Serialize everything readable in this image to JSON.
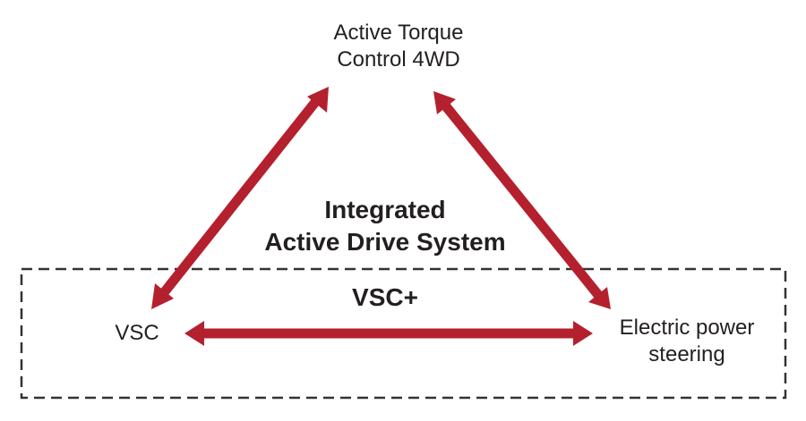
{
  "nodes": {
    "top": {
      "line1": "Active Torque",
      "line2": "Control 4WD"
    },
    "left": {
      "label": "VSC"
    },
    "right": {
      "line1": "Electric power",
      "line2": "steering"
    }
  },
  "center": {
    "line1": "Integrated",
    "line2": "Active Drive System"
  },
  "box": {
    "label": "VSC+"
  },
  "colors": {
    "arrow": "#b5202e",
    "text": "#231f20",
    "box_border": "#333333"
  }
}
